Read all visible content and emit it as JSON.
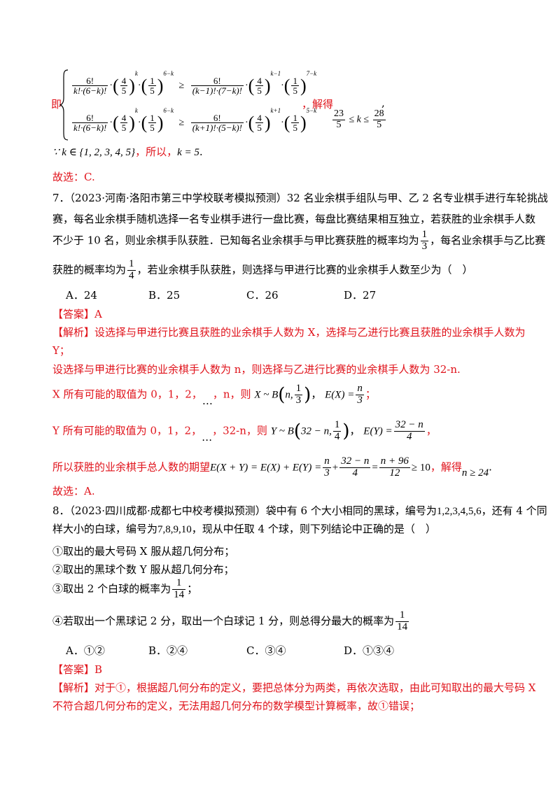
{
  "top": {
    "prefix": "即",
    "row1": {
      "n1": "6!",
      "d1": "k!·(6−k)!",
      "f1n": "4",
      "f1d": "5",
      "e1": "k",
      "f2n": "1",
      "f2d": "5",
      "e2": "6−k",
      "cmp": "≥",
      "n2": "6!",
      "d2": "(k−1)!·(7−k)!",
      "f3n": "4",
      "f3d": "5",
      "e3": "k−1",
      "f4n": "1",
      "f4d": "5",
      "e4": "7−k"
    },
    "row2": {
      "n1": "6!",
      "d1": "k!·(6−k)!",
      "f1n": "4",
      "f1d": "5",
      "e1": "k",
      "f2n": "1",
      "f2d": "5",
      "e2": "6−k",
      "cmp": "≥",
      "n2": "6!",
      "d2": "(k+1)!·(5−k)!",
      "f3n": "4",
      "f3d": "5",
      "e3": "k+1",
      "f4n": "1",
      "f4d": "5",
      "e4": "5−k"
    },
    "solve_label": "，解得",
    "sol_left_n": "23",
    "sol_left_d": "5",
    "sol_mid": "≤ k ≤",
    "sol_right_n": "28",
    "sol_right_d": "5",
    "comma": ",",
    "because": "∵ k ∈ {1, 2, 3, 4, 5}",
    "so_text": "，所以，",
    "k_eq": "k = 5",
    "period": ".",
    "choice": "故选：C."
  },
  "q7": {
    "line1": "7．（2023·河南·洛阳市第三中学校联考模拟预测）32 名业余棋手组队与甲、乙 2 名专业棋手进行车轮挑战",
    "line2": "赛，每名业余棋手随机选择一名专业棋手进行一盘比赛，每盘比赛结果相互独立，若获胜的业余棋手人数",
    "line3a": "不少于 10 名，则业余棋手队获胜．已知每名业余棋手与甲比赛获胜的概率均为",
    "p1n": "1",
    "p1d": "3",
    "line3b": "，每名业余棋手与乙比赛",
    "line4a": "获胜的概率均为",
    "p2n": "1",
    "p2d": "4",
    "line4b": "，若业余棋手队获胜，则选择与甲进行比赛的业余棋手人数至少为（　）",
    "options": [
      "A．24",
      "B．25",
      "C．26",
      "D．27"
    ],
    "answer": "【答案】A",
    "a1": "【解析】设选择与甲进行比赛且获胜的业余棋手人数为 X，选择与乙进行比赛且获胜的业余棋手人数为",
    "a2": "Y；",
    "a3": "设选择与甲进行比赛的业余棋手人数为 n，则选择与乙进行比赛的业余棋手人数为 32-n.",
    "a4a": "X 所有可能的取值为 0，1，2，",
    "a4dots": "…",
    "a4b": "，n，则",
    "a4m1": "X ~ B",
    "a4m1f": "n,",
    "a4m1n": "1",
    "a4m1d": "3",
    "a4m2": "E(X) =",
    "a4m2n": "n",
    "a4m2d": "3",
    "a4end": "；",
    "a5a": "Y 所有可能的取值为 0，1，2，",
    "a5dots": "…",
    "a5b": "，32-n，则",
    "a5m1": "Y ~ B",
    "a5m1f": "32 − n,",
    "a5m1n": "1",
    "a5m1d": "4",
    "a5m2": "E(Y) =",
    "a5m2n": "32 − n",
    "a5m2d": "4",
    "a5end": "，",
    "a6a": "所以获胜的业余棋手总人数的期望",
    "a6m": "E(X + Y) = E(X) + E(Y) =",
    "a6f1n": "n",
    "a6f1d": "3",
    "a6plus": "+",
    "a6f2n": "32 − n",
    "a6f2d": "4",
    "a6eq": "=",
    "a6f3n": "n + 96",
    "a6f3d": "12",
    "a6ge": "≥ 10",
    "a6b": "，解得",
    "a6sol": "n ≥ 24",
    "a6end": ".",
    "choice": "故选：A."
  },
  "q8": {
    "line1a": "8．（2023·四川成都·成都七中校考模拟预测）袋中有 6 个大小相同的黑球，编号为",
    "nums1": "1,2,3,4,5,6",
    "line1b": "，还有 4 个同",
    "line2a": "样大小的白球，编号为",
    "nums2": "7,8,9,10",
    "line2b": "，现从中任取 4 个球，则下列结论中正确的是（　）",
    "s1": "①取出的最大号码 X 服从超几何分布；",
    "s2": "②取出的黑球个数 Y 服从超几何分布；",
    "s3a": "③取出 2 个白球的概率为",
    "s3n": "1",
    "s3d": "14",
    "s3b": "；",
    "s4a": "④若取出一个黑球记 2 分，取出一个白球记 1 分，则总得分最大的概率为",
    "s4n": "1",
    "s4d": "14",
    "options": [
      "A．①②",
      "B．②④",
      "C．③④",
      "D．①③④"
    ],
    "answer": "【答案】B",
    "a1": "【解析】对于①，根据超几何分布的定义，要把总体分为两类，再依次选取，由此可知取出的最大号码 X",
    "a2": "不符合超几何分布的定义，无法用超几何分布的数学模型计算概率，故①错误；"
  }
}
